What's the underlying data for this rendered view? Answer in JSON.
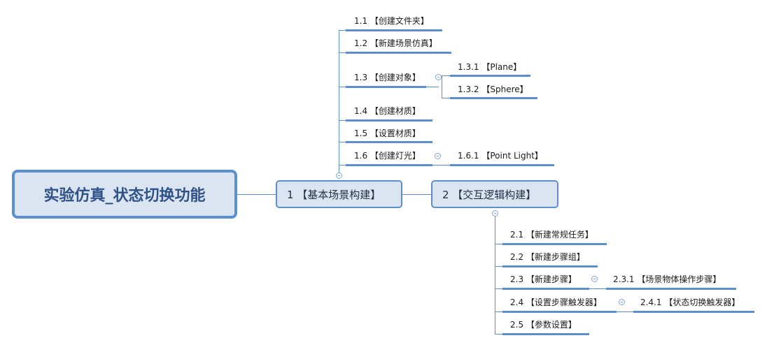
{
  "root": {
    "label": "实验仿真_状态切换功能"
  },
  "branches": [
    {
      "label": "1 【基本场景构建】",
      "children": [
        {
          "label": "1.1 【创建文件夹】"
        },
        {
          "label": "1.2 【新建场景仿真】"
        },
        {
          "label": "1.3 【创建对象】",
          "children": [
            {
              "label": "1.3.1 【Plane】"
            },
            {
              "label": "1.3.2 【Sphere】"
            }
          ]
        },
        {
          "label": "1.4 【创建材质】"
        },
        {
          "label": "1.5 【设置材质】"
        },
        {
          "label": "1.6 【创建灯光】",
          "children": [
            {
              "label": "1.6.1 【Point Light】"
            }
          ]
        }
      ]
    },
    {
      "label": "2 【交互逻辑构建】",
      "children": [
        {
          "label": "2.1 【新建常规任务】"
        },
        {
          "label": "2.2 【新建步骤组】"
        },
        {
          "label": "2.3 【新建步骤】",
          "children": [
            {
              "label": "2.3.1 【场景物体操作步骤】"
            }
          ]
        },
        {
          "label": "2.4 【设置步骤触发器】",
          "children": [
            {
              "label": "2.4.1 【状态切换触发器】"
            }
          ]
        },
        {
          "label": "2.5 【参数设置】"
        }
      ]
    }
  ],
  "colors": {
    "accent": "#5b8fcf",
    "node_fill": "#dbe5f2",
    "root_text": "#2f5288"
  }
}
